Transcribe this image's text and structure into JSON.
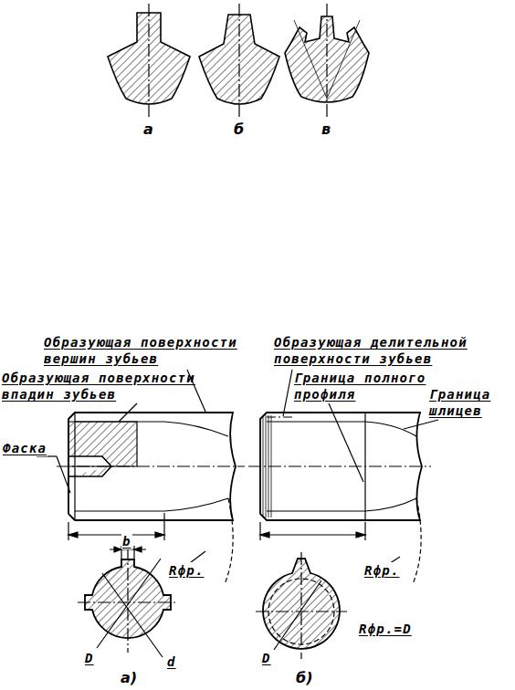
{
  "diagram": {
    "labels": [
      "а",
      "б",
      "в",
      "Образующая поверхности вершин зубьев",
      "Образующая делительной поверхности зубьев",
      "Образующая поверхности впадин зубьев",
      "Граница полного профиля",
      "Граница шлицев",
      "Фаска",
      "b",
      "Rфр.",
      "D",
      "d",
      "Rфр.",
      "Rфр.=D",
      "D",
      "а)",
      "б)"
    ]
  }
}
